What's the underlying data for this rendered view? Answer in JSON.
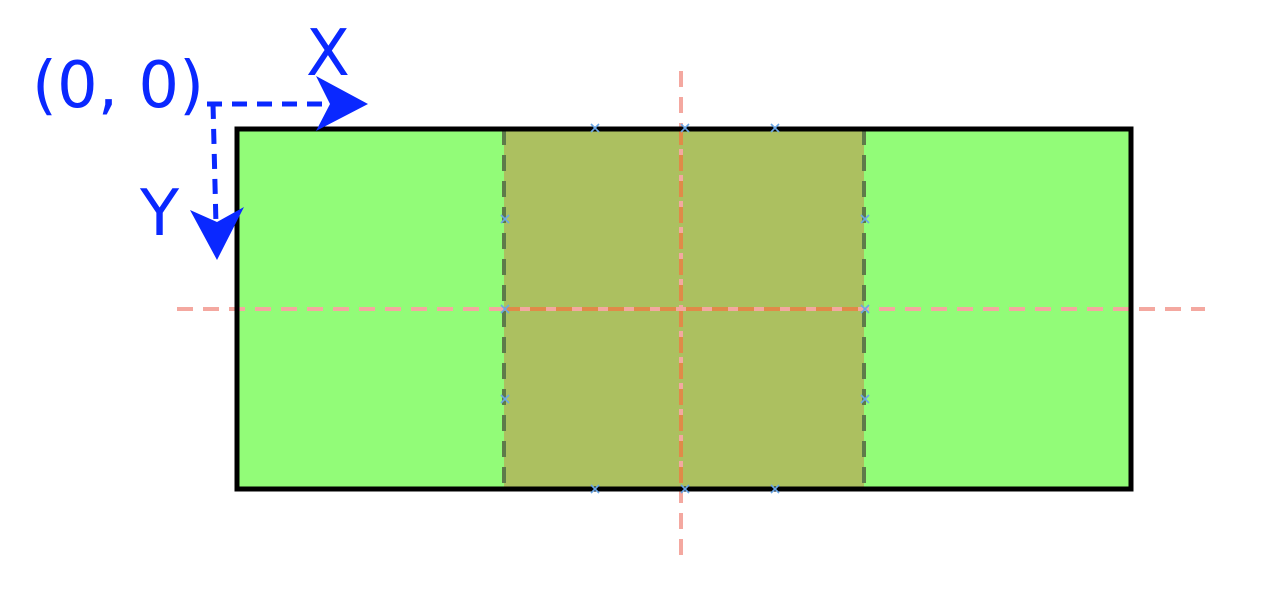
{
  "labels": {
    "origin": "(0, 0)",
    "x_axis": "X",
    "y_axis": "Y"
  },
  "colors": {
    "axis_blue": "#0a28ff",
    "outer_fill": "#92fc78",
    "inner_fill": "#acc060",
    "outline": "#000000",
    "center_lines": "#f4a8a0",
    "inner_center_lines": "#e08a48",
    "inner_edges": "#5e7a4a",
    "markers": "#6aa6e6"
  }
}
